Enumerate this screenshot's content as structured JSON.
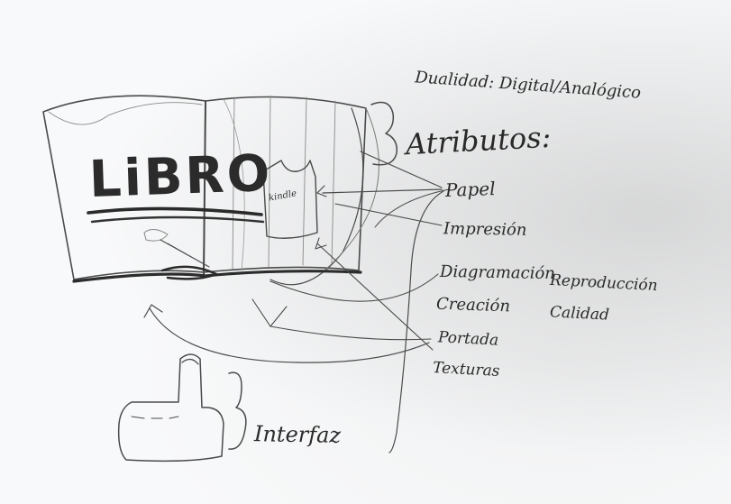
{
  "sketch": {
    "book_title": "LiBRO",
    "device_label": "kindle",
    "dualidad": "Dualidad: Digital/Analógico",
    "atributos_heading": "Atributos:",
    "attributes": [
      "Papel",
      "Impresión",
      "Diagramación",
      "Creación",
      "Portada",
      "Texturas"
    ],
    "attributes_right": [
      "Reproducción",
      "Calidad"
    ],
    "interface_label": "Interfaz"
  }
}
